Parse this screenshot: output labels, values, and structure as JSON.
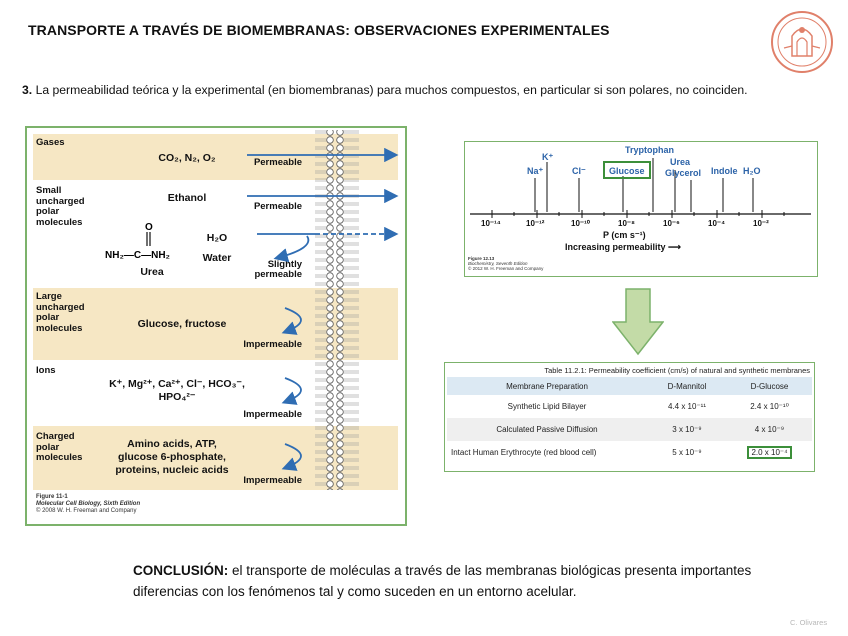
{
  "title": "TRANSPORTE A TRAVÉS DE BIOMEMBRANAS: OBSERVACIONES EXPERIMENTALES",
  "point": {
    "number": "3.",
    "text": "La permeabilidad teórica y la experimental (en biomembranas) para muchos compuestos, en particular si son polares, no coinciden."
  },
  "figure1": {
    "rows": [
      {
        "category": "Gases",
        "molecules": "CO₂, N₂, O₂",
        "result": "Permeable"
      },
      {
        "category": "Small uncharged polar molecules",
        "molecules": "Ethanol",
        "result": "Permeable",
        "urea_label": "Urea",
        "water_formula": "H₂O",
        "water_label": "Water",
        "result2": "Slightly permeable"
      },
      {
        "category": "Large uncharged polar molecules",
        "molecules": "Glucose, fructose",
        "result": "Impermeable"
      },
      {
        "category": "Ions",
        "molecules": "K⁺, Mg²⁺, Ca²⁺, Cl⁻, HCO₃⁻, HPO₄²⁻",
        "result": "Impermeable"
      },
      {
        "category": "Charged polar molecules",
        "molecules": "Amino acids, ATP, glucose 6-phosphate, proteins, nucleic acids",
        "result": "Impermeable"
      }
    ],
    "credit": [
      "Figure 11-1",
      "Molecular Cell Biology, Sixth Edition",
      "© 2008 W. H. Freeman and Company"
    ]
  },
  "figure2": {
    "molecules": [
      "K⁺",
      "Na⁺",
      "Cl⁻",
      "Glucose",
      "Tryptophan",
      "Urea",
      "Glycerol",
      "Indole",
      "H₂O"
    ],
    "ticks": [
      "10⁻¹⁴",
      "10⁻¹²",
      "10⁻¹⁰",
      "10⁻⁸",
      "10⁻⁶",
      "10⁻⁴",
      "10⁻²"
    ],
    "axis_label": "P (cm s⁻¹)",
    "axis_sub": "Increasing permeability ⟶",
    "credit": [
      "Figure 12.13",
      "Biochemistry, Seventh Edition",
      "© 2012 W. H. Freeman and Company"
    ]
  },
  "table": {
    "caption": "Table 11.2.1: Permeability coefficient (cm/s) of natural and synthetic membranes",
    "headers": [
      "Membrane Preparation",
      "D-Mannitol",
      "D-Glucose"
    ],
    "rows": [
      [
        "Synthetic Lipid Bilayer",
        "4.4 x 10⁻¹¹",
        "2.4 x 10⁻¹⁰"
      ],
      [
        "Calculated Passive Diffusion",
        "3 x 10⁻⁹",
        "4 x 10⁻⁹"
      ],
      [
        "Intact Human Erythrocyte (red blood cell)",
        "5 x 10⁻⁹",
        "2.0 x 10⁻⁴"
      ]
    ]
  },
  "conclusion": {
    "lead": "CONCLUSIÓN:",
    "text": " el transporte de moléculas a través de las membranas biológicas presenta importantes diferencias con los fenómenos tal y como suceden en un entorno acelular."
  },
  "author": "C. Olivares",
  "colors": {
    "band": "#f6e7c4",
    "arrow": "#2f6db3",
    "frame": "#7cb26b",
    "logo": "#e0806a"
  }
}
